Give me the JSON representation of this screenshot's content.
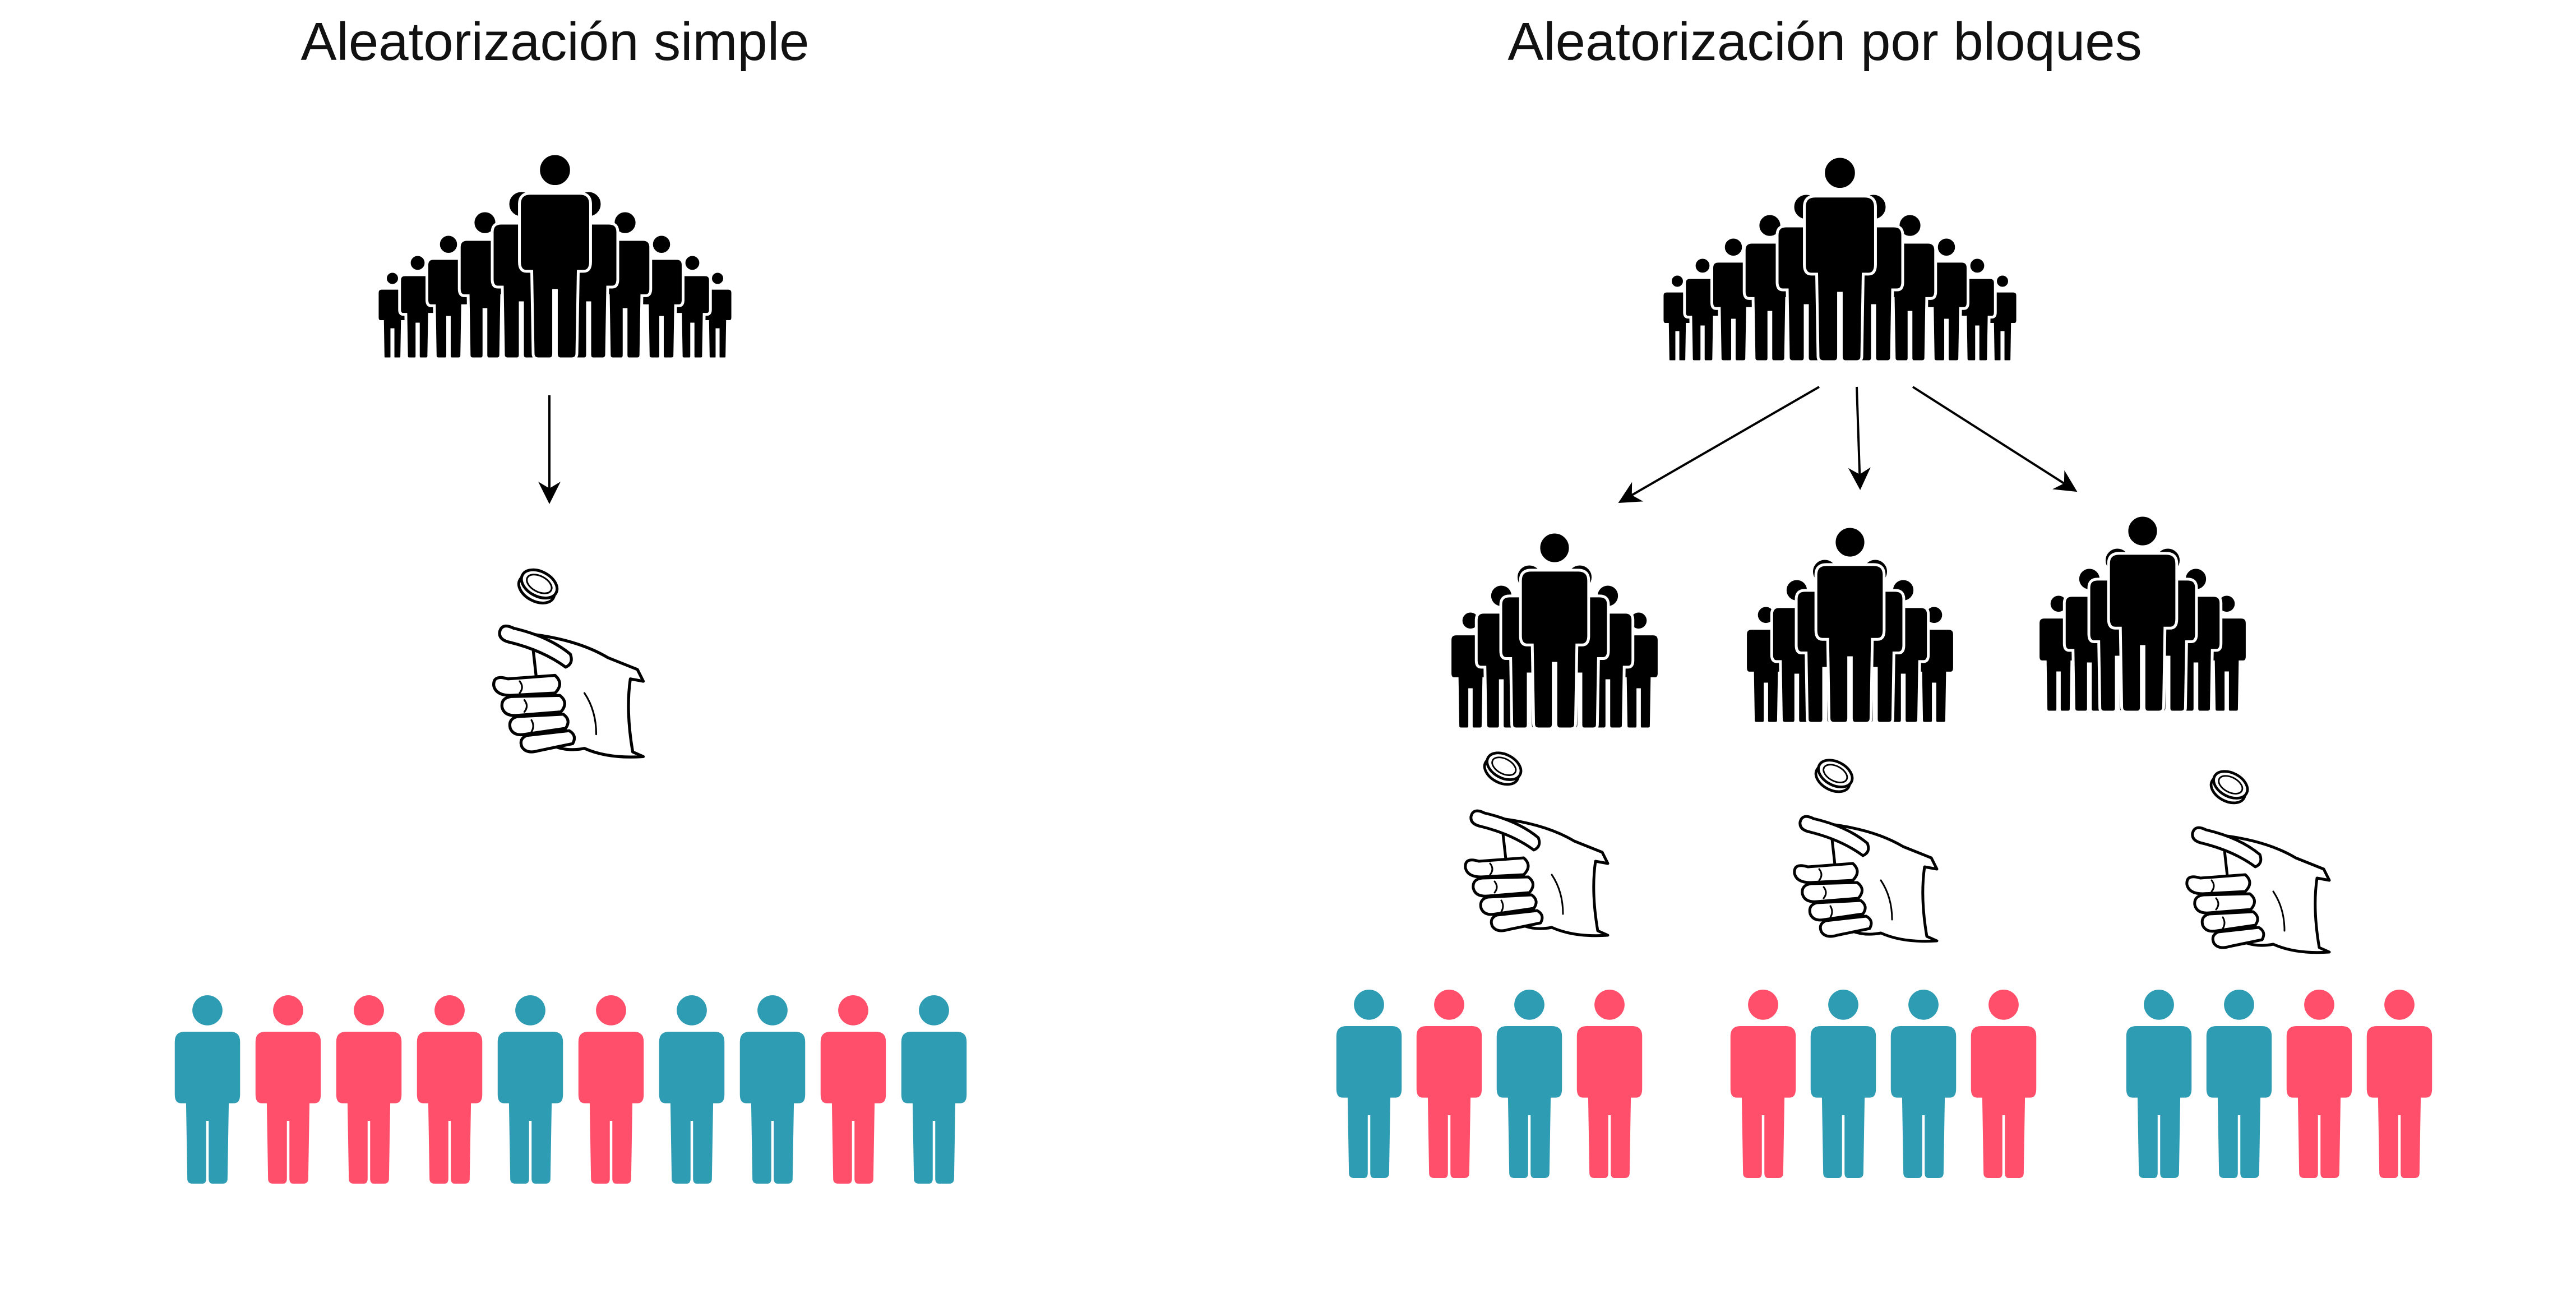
{
  "simple": {
    "title": "Aleatorización simple",
    "assignments": [
      "teal",
      "red",
      "red",
      "red",
      "teal",
      "red",
      "teal",
      "teal",
      "red",
      "teal"
    ]
  },
  "blocks": {
    "title": "Aleatorización por bloques",
    "groups": [
      [
        "teal",
        "red",
        "teal",
        "red"
      ],
      [
        "red",
        "teal",
        "teal",
        "red"
      ],
      [
        "teal",
        "teal",
        "red",
        "red"
      ]
    ]
  },
  "colors": {
    "teal": "#2E9CB3",
    "red": "#FF4F6A",
    "ink": "#000000"
  },
  "icons": {
    "crowd": "crowd-icon",
    "group": "group-icon",
    "coin": "coin-icon",
    "hand": "coin-toss-hand-icon",
    "person": "person-icon",
    "arrow": "arrow-icon"
  }
}
